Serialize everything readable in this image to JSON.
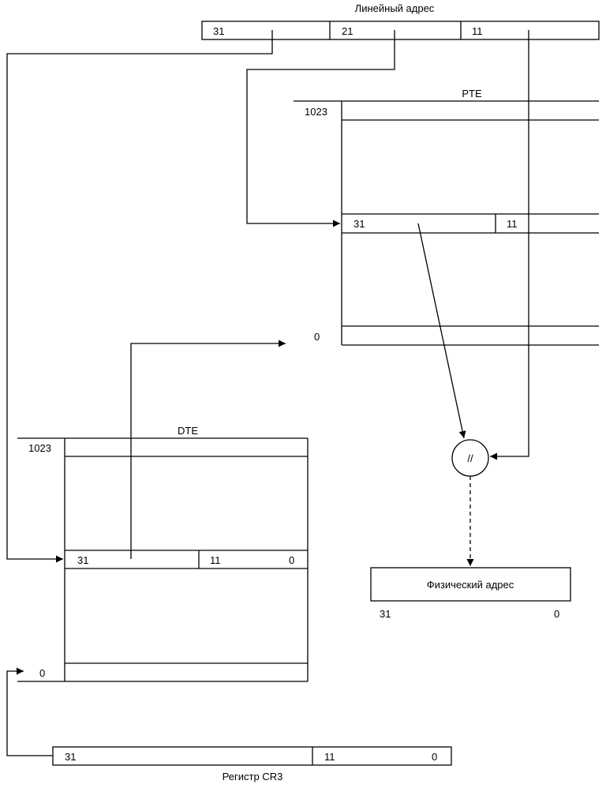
{
  "linear_address": {
    "title": "Линейный адрес",
    "fields": [
      "31",
      "21",
      "11"
    ]
  },
  "pte_table": {
    "title": "PTE",
    "top_index": "1023",
    "bottom_index": "0",
    "entry_fields": [
      "31",
      "11"
    ]
  },
  "dte_table": {
    "title": "DTE",
    "top_index": "1023",
    "bottom_index": "0",
    "entry_fields": [
      "31",
      "11",
      "0"
    ]
  },
  "concat_operator": "//",
  "physical_address": {
    "title": "Физический адрес",
    "bit_high": "31",
    "bit_low": "0"
  },
  "cr3_register": {
    "title": "Регистр CR3",
    "fields": [
      "31",
      "11",
      "0"
    ]
  }
}
